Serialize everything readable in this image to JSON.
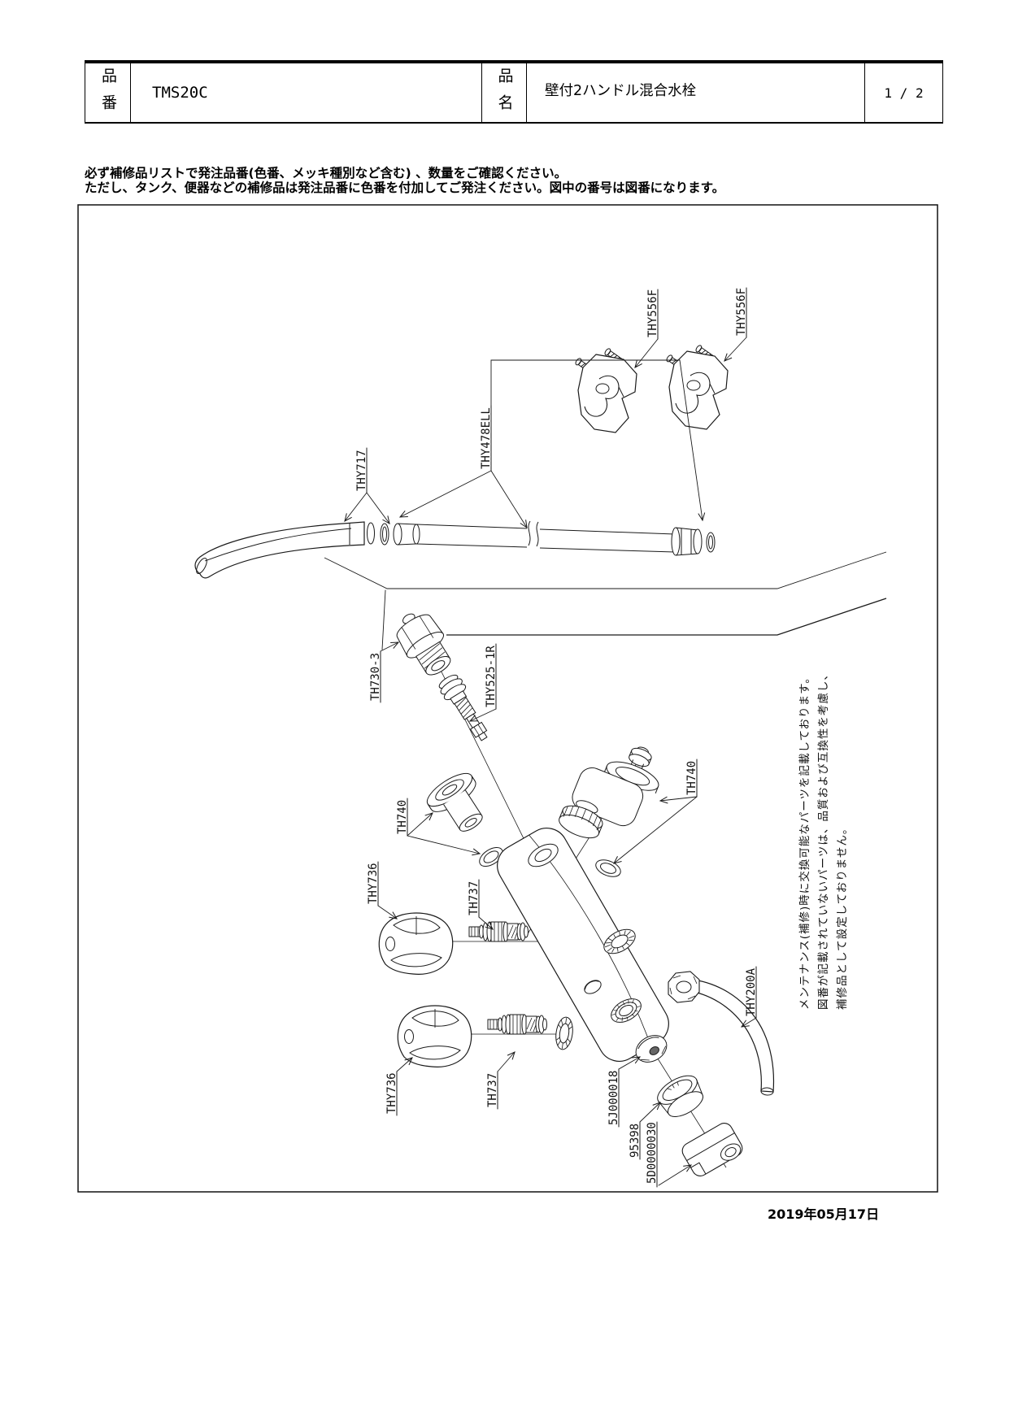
{
  "header": {
    "part_no_label": "品番",
    "part_no": "TMS20C",
    "part_name_label": "品名",
    "part_name": "壁付2ハンドル混合水栓",
    "page_indicator": "1 / 2"
  },
  "notice": {
    "line1": "必ず補修品リストで発注品番(色番、メッキ種別など含む) 、数量をご確認ください。",
    "line2": "ただし、タンク、便器などの補修品は発注品番に色番を付加してご発注ください。図中の番号は図番になります。"
  },
  "diagram": {
    "labels": {
      "thy556f_1": "THY556F",
      "thy556f_2": "THY556F",
      "thy717": "THY717",
      "thy478ell": "THY478ELL",
      "th730_3": "TH730-3",
      "thy525_1r": "THY525-1R",
      "th740_left": "TH740",
      "th740_right": "TH740",
      "thy736_upper": "THY736",
      "th737_upper": "TH737",
      "thy736_lower": "THY736",
      "th737_lower": "TH737",
      "thy200a": "THY200A",
      "p5j000018": "5J000018",
      "p95398": "95398",
      "p5d0000030": "5D0000030"
    },
    "note": {
      "line1": "メンテナンス(補修)時に交換可能なパーツを記載しております。",
      "line2": "図番が記載されていないパーツは、品質および互換性を考慮し、",
      "line3": "補修品として設定しておりません。"
    }
  },
  "footer": {
    "date": "2019年05月17日"
  }
}
